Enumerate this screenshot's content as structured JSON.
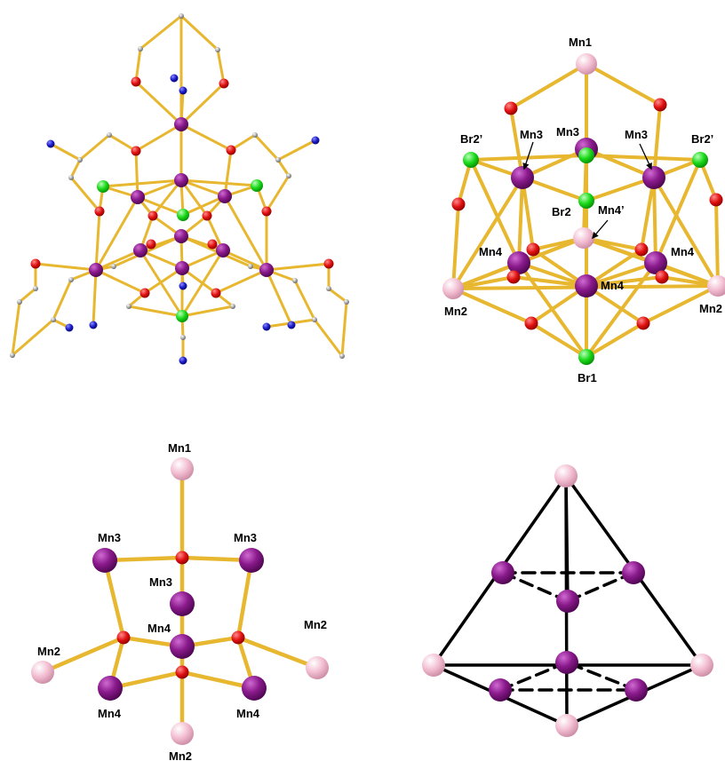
{
  "colors": {
    "bond": "#e8b730",
    "mn_pink": "#f2bcd0",
    "mn_purple": "#8a1a8c",
    "oxygen": "#e01010",
    "bromine": "#18d818",
    "nitrogen": "#1a1ac8",
    "carbon": "#a0a0a0",
    "edge_black": "#000000"
  },
  "panel_b": {
    "labels": {
      "mn1": "Mn1",
      "mn3_left": "Mn3",
      "mn3_center": "Mn3",
      "mn3_right": "Mn3",
      "br2p_left": "Br2’",
      "br2p_right": "Br2’",
      "br2": "Br2",
      "mn4p": "Mn4’",
      "mn4_left": "Mn4",
      "mn4_right": "Mn4",
      "mn4_bottom": "Mn4",
      "mn2_left": "Mn2",
      "mn2_right": "Mn2",
      "br1": "Br1"
    }
  },
  "panel_c": {
    "labels": {
      "mn1": "Mn1",
      "mn3_left": "Mn3",
      "mn3_right": "Mn3",
      "mn3_center": "Mn3",
      "mn2_left": "Mn2",
      "mn2_right": "Mn2",
      "mn4_center": "Mn4",
      "mn4_left": "Mn4",
      "mn4_right": "Mn4",
      "mn2_bottom": "Mn2"
    }
  }
}
